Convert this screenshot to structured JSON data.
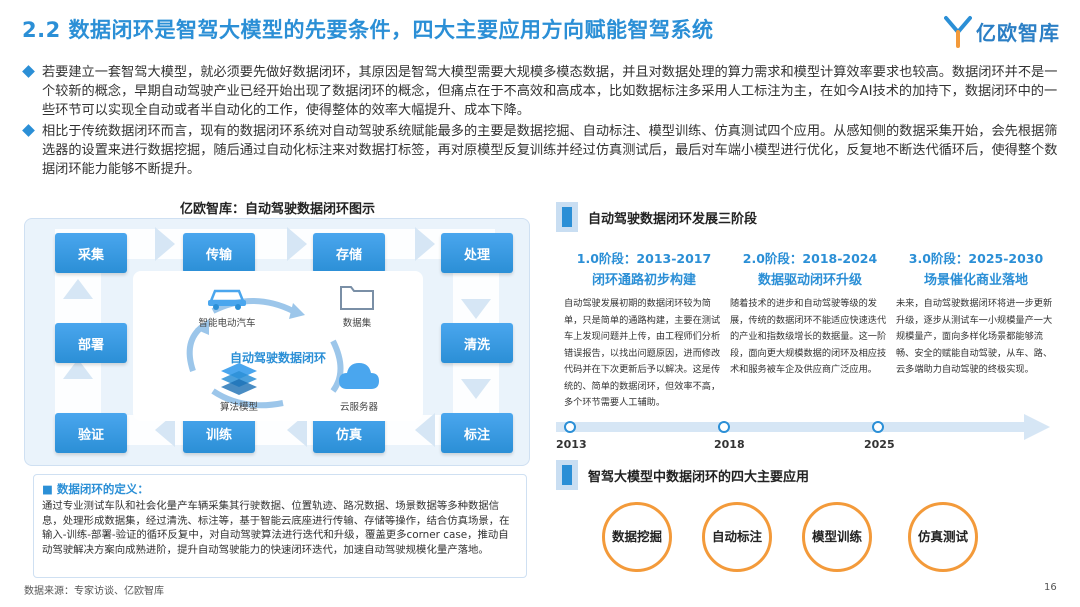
{
  "header": {
    "title": "2.2 数据闭环是智驾大模型的先要条件，四大主要应用方向赋能智驾系统",
    "logo_text": "亿欧智库"
  },
  "bullets": [
    "若要建立一套智驾大模型，就必须要先做好数据闭环，其原因是智驾大模型需要大规模多模态数据，并且对数据处理的算力需求和模型计算效率要求也较高。数据闭环并不是一个较新的概念，早期自动驾驶产业已经开始出现了数据闭环的概念，但痛点在于不高效和高成本，比如数据标注多采用人工标注为主，在如今AI技术的加持下，数据闭环中的一些环节可以实现全自动或者半自动化的工作，使得整体的效率大幅提升、成本下降。",
    "相比于传统数据闭环而言，现有的数据闭环系统对自动驾驶系统赋能最多的主要是数据挖掘、自动标注、模型训练、仿真测试四个应用。从感知侧的数据采集开始，会先根据筛选器的设置来进行数据挖掘，随后通过自动化标注来对数据打标签，再对原模型反复训练并经过仿真测试后，最后对车端小模型进行优化，反复地不断迭代循环后，使得整个数据闭环能力能够不断提升。"
  ],
  "loop": {
    "title": "亿欧智库：自动驾驶数据闭环图示",
    "nodes": {
      "collect": "采集",
      "transmit": "传输",
      "storage": "存储",
      "process": "处理",
      "deploy": "部署",
      "clean": "清洗",
      "verify": "验证",
      "train": "训练",
      "simulate": "仿真",
      "label": "标注"
    },
    "center": "自动驾驶数据闭环",
    "icons": {
      "car": "智能电动汽车",
      "dataset": "数据集",
      "algo": "算法模型",
      "cloud": "云服务器"
    }
  },
  "definition": {
    "title": "■  数据闭环的定义：",
    "text": "通过专业测试车队和社会化量产车辆采集其行驶数据、位置轨迹、路况数据、场景数据等多种数据信息，处理形成数据集，经过清洗、标注等，基于智能云底座进行传输、存储等操作，结合仿真场景，在输入-训练-部署-验证的循环反复中，对自动驾驶算法进行迭代和升级，覆盖更多corner case，推动自动驾驶解决方案向成熟进阶，提升自动驾驶能力的快速闭环迭代，加速自动驾驶规模化量产落地。"
  },
  "phases_section": {
    "title": "自动驾驶数据闭环发展三阶段",
    "phases": [
      {
        "period": "1.0阶段：2013-2017",
        "name": "闭环通路初步构建",
        "desc": "自动驾驶发展初期的数据闭环较为简单，只是简单的通路构建，主要在测试车上发现问题并上传，由工程师们分析错误报告，以找出问题原因，进而修改代码并在下次更新后予以解决。这是传统的、简单的数据闭环，但效率不高，多个环节需要人工辅助。"
      },
      {
        "period": "2.0阶段：2018-2024",
        "name": "数据驱动闭环升级",
        "desc": "随着技术的进步和自动驾驶等级的发展，传统的数据闭环不能适应快速迭代的产业和指数级增长的数据量。这一阶段，面向更大规模数据的闭环及相应技术和服务被车企及供应商广泛应用。"
      },
      {
        "period": "3.0阶段：2025-2030",
        "name": "场景催化商业落地",
        "desc": "未来，自动驾驶数据闭环将进一步更新升级，逐步从测试车一小规模量产一大规模量产，面向多样化场景都能够流畅、安全的赋能自动驾驶，从车、路、云多端助力自动驾驶的终极实现。"
      }
    ],
    "years": [
      "2013",
      "2018",
      "2025"
    ]
  },
  "apps_section": {
    "title": "智驾大模型中数据闭环的四大主要应用",
    "apps": [
      "数据挖掘",
      "自动标注",
      "模型训练",
      "仿真测试"
    ]
  },
  "footer": {
    "source": "数据来源：专家访谈、亿欧智库",
    "page": "16"
  },
  "colors": {
    "accent": "#2b8fd6",
    "orange": "#f39a3a",
    "light_bg": "#eaf3fb"
  }
}
